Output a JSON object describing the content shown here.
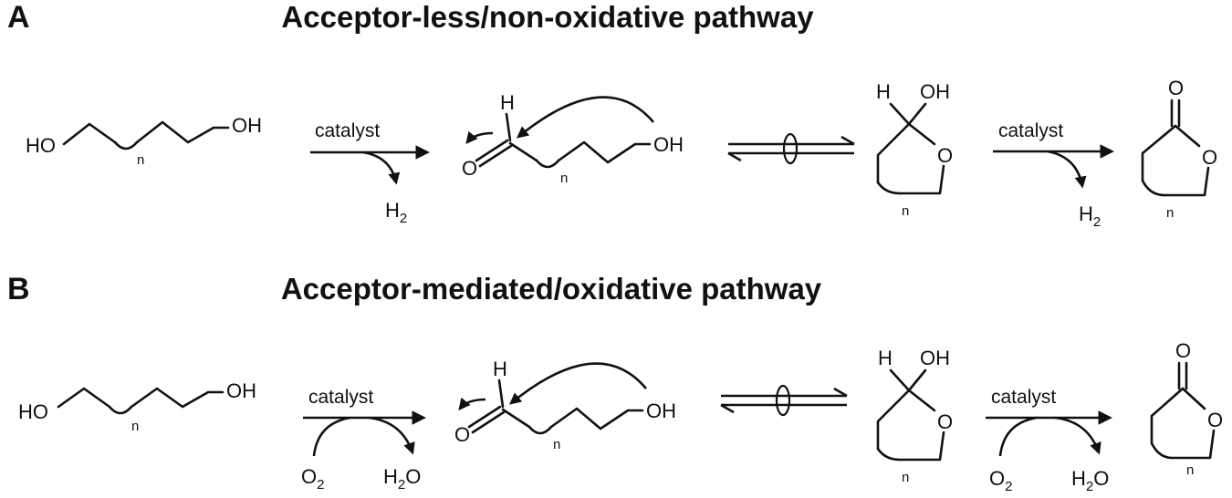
{
  "panels": [
    {
      "letter": "A",
      "title": "Acceptor-less/non-oxidative pathway",
      "diol": {
        "ho": "HO",
        "oh": "OH",
        "n": "n"
      },
      "step1": {
        "reagent": "catalyst",
        "byproduct_main": "H",
        "byproduct_sub": "2"
      },
      "aldehyde": {
        "h": "H",
        "o": "O",
        "oh": "OH",
        "n": "n"
      },
      "lactol": {
        "h": "H",
        "oh": "OH",
        "o": "O",
        "n": "n"
      },
      "step2": {
        "reagent": "catalyst",
        "byproduct_main": "H",
        "byproduct_sub": "2"
      },
      "lactone": {
        "o_carbonyl": "O",
        "o_ring": "O",
        "n": "n"
      }
    },
    {
      "letter": "B",
      "title": "Acceptor-mediated/oxidative pathway",
      "diol": {
        "ho": "HO",
        "oh": "OH",
        "n": "n"
      },
      "step1": {
        "reagent": "catalyst",
        "oxidant_main": "O",
        "oxidant_sub": "2",
        "water_h": "H",
        "water_sub": "2",
        "water_o": "O"
      },
      "aldehyde": {
        "h": "H",
        "o": "O",
        "oh": "OH",
        "n": "n"
      },
      "lactol": {
        "h": "H",
        "oh": "OH",
        "o": "O",
        "n": "n"
      },
      "step2": {
        "reagent": "catalyst",
        "oxidant_main": "O",
        "oxidant_sub": "2",
        "water_h": "H",
        "water_sub": "2",
        "water_o": "O"
      },
      "lactone": {
        "o_carbonyl": "O",
        "o_ring": "O",
        "n": "n"
      }
    }
  ]
}
